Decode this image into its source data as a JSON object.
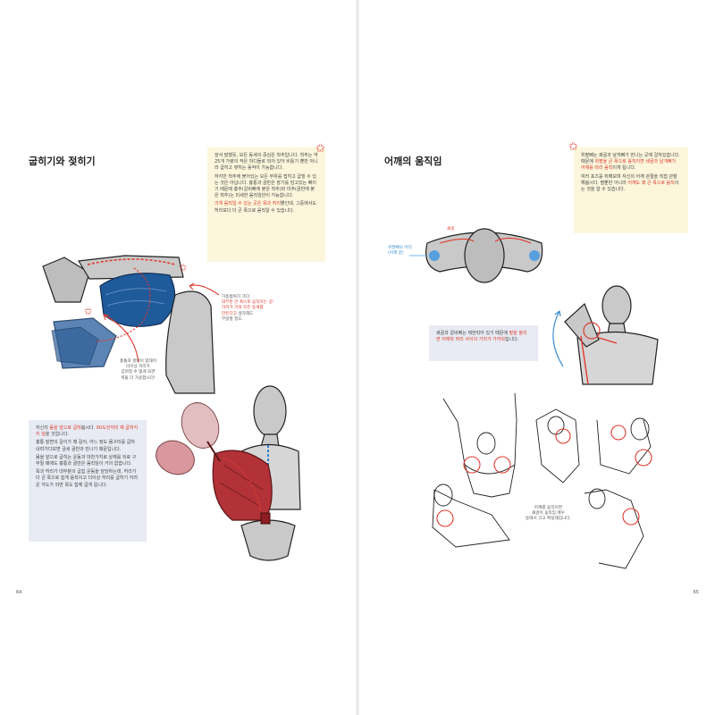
{
  "left_page": {
    "title": "굽히기와 젖히기",
    "page_number": "64",
    "yellow_note": {
      "p1": "앞서 말했듯, 모든 동세의 중심은 척추입니다. 척추는 약 25개 가량의 작은 마디들로 되어 있어 비틀기 뿐만 아니라 굽히고 젖히는 동작이 가능합니다.",
      "p2": "하지만 척추에 붙어있는 모든 부위를 접히고 굽힐 수 있는 것은 아닙니다. 흉통과 골반은 장기를 담고있는 뼈이기 때문에 흉추(갈비뼈에 붙은 척추)와 미추(골반에 붙은 척추)는 미세한 움직임만이 가능합니다.",
      "p3_highlight": "크게 움직일 수 있는 곳은 목과 허리",
      "p3_rest": "뿐인데, 그중에서도 허리보다 더 큰 폭으로 움직일 수 있습니다."
    },
    "blue_note": {
      "p1_start": "자신의 ",
      "p1_hl1": "몸을 앞으로 굽혀",
      "p1_mid": "봅시다. ",
      "p1_hl2": "90도언저리 채 굽혀지지 않",
      "p1_end": "을 것입니다.",
      "p2": "흉통 밑변의 길이가 꽤 길어, 어느 정도 몸구리를 굽혀 내려가다보면 금세 골반과 만나기 때문입니다.",
      "p3": "몸을 앞으로 굽히는 운동과 마찬가지로 상체를 뒤로 구부릴 때에도 흉통과 골반은 움직임이 거의 없습니다.",
      "p4": "목과 허리가 대부분의 굽힘 운동을 담당하는데, 허리가 더 큰 폭으로 쉽게 움직이고 더이상 허리를 굽히기 어려운 각도가 되면 목도 함께 굽게 됩니다."
    },
    "annotation_right": {
      "line1": "가동범위가 크다.",
      "line2_hl": "대부분 큰 폭으로 움직이는 곳!",
      "line3_hl": "허리가 거의 모든 동세를",
      "line4_hl": "만든다고",
      "line4_rest": " 생각해도",
      "line5": "무방할 정도."
    },
    "annotation_left": {
      "line1": "흉통과 골반이 맞대어",
      "line2": "더이상 허리가",
      "line3": "굽혀질 수 없게 되면",
      "line4": "목을 더 가용합니다!"
    }
  },
  "right_page": {
    "title": "어깨의 움직임",
    "page_number": "65",
    "yellow_note": {
      "p1_start": "위팔뼈는 쇄골과 날개뼈가 만나는 곳에 걸쳐있습니다. 때문에 ",
      "p1_hl": "위팔을 큰 폭으로 움직이면 쇄골과 날개뼈가 어깨를 따라 움직",
      "p1_end": "이게 됩니다.",
      "p2_start": "여러 포즈를 취해보며 자신의 어깨 관절을 직접 관찰해봅시다. 팔뿐만 아니라 ",
      "p2_hl": "어깨도 꽤 큰 폭으로 움직",
      "p2_end": "이는 것을 알 수 있습니다."
    },
    "blue_note": {
      "text_start": "쇄골과 갈비뼈는 제한되어 있기 때문에 ",
      "text_hl": "팔을 올리면 어깨와 머리 사이의 거리가 가까워",
      "text_end": "집니다."
    },
    "annotation_top_left": {
      "line1": "위팔뼈의 머리",
      "line2": "(어깨 끝)"
    },
    "annotation_top_hl": "쇄골",
    "annotation_bottom": {
      "line1": "어깨를 움직이면",
      "line2": "쇄골이 움직임 매우",
      "line3": "등에서 크고 확실해집니다."
    }
  },
  "colors": {
    "accent_red": "#e03a2f",
    "note_yellow": "#fbf6dc",
    "note_blue": "#e8ebf3",
    "spine_blue": "#1f5a9a",
    "chest_red": "#b23237"
  }
}
